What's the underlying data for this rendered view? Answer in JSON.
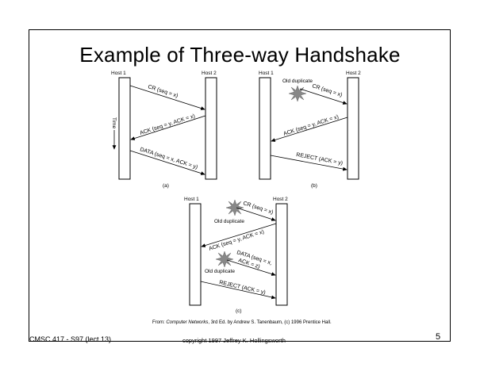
{
  "slide": {
    "title": "Example of Three-way Handshake",
    "credit_prefix": "From: ",
    "credit_book": "Computer Networks",
    "credit_rest": ", 3rd Ed. by Andrew S. Tanenbaum, (c) 1996 Prentice Hall.",
    "footer_left": "CMSC 417 - S97  (lect 13)",
    "footer_center": "copyright 1997  Jeffrey K. Hollingsworth",
    "page_number": "5"
  },
  "diagrams": {
    "a": {
      "host1": "Host 1",
      "host2": "Host 2",
      "time_label": "Time",
      "msg1": "CR (seq = x)",
      "msg2": "ACK (seq = y, ACK = x)",
      "msg3": "DATA (seq = x, ACK = y)",
      "caption": "(a)"
    },
    "b": {
      "host1": "Host 1",
      "host2": "Host 2",
      "old_duplicate": "Old duplicate",
      "msg1": "CR (seq = x)",
      "msg2": "ACK (seq = y, ACK = x)",
      "msg3": "REJECT (ACK = y)",
      "caption": "(b)"
    },
    "c": {
      "host1": "Host 1",
      "host2": "Host 2",
      "old_duplicate_1": "Old duplicate",
      "old_duplicate_2": "Old duplicate",
      "msg1": "CR (seq = x)",
      "msg2": "ACK (seq = y, ACK = x)",
      "msg3a": "DATA (seq = x,",
      "msg3b": "ACK = z)",
      "msg4": "REJECT (ACK = y)",
      "caption": "(c)"
    }
  }
}
